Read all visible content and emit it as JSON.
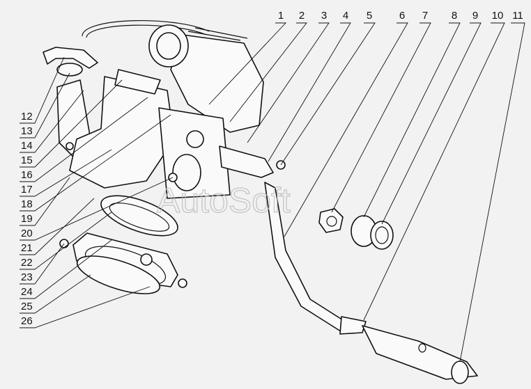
{
  "callouts_top": [
    "1",
    "2",
    "3",
    "4",
    "5",
    "6",
    "7",
    "8",
    "9",
    "10",
    "11"
  ],
  "callouts_left": [
    "12",
    "13",
    "14",
    "15",
    "16",
    "17",
    "18",
    "19",
    "20",
    "21",
    "22",
    "23",
    "24",
    "25",
    "26"
  ],
  "watermark": "AutoSoft"
}
